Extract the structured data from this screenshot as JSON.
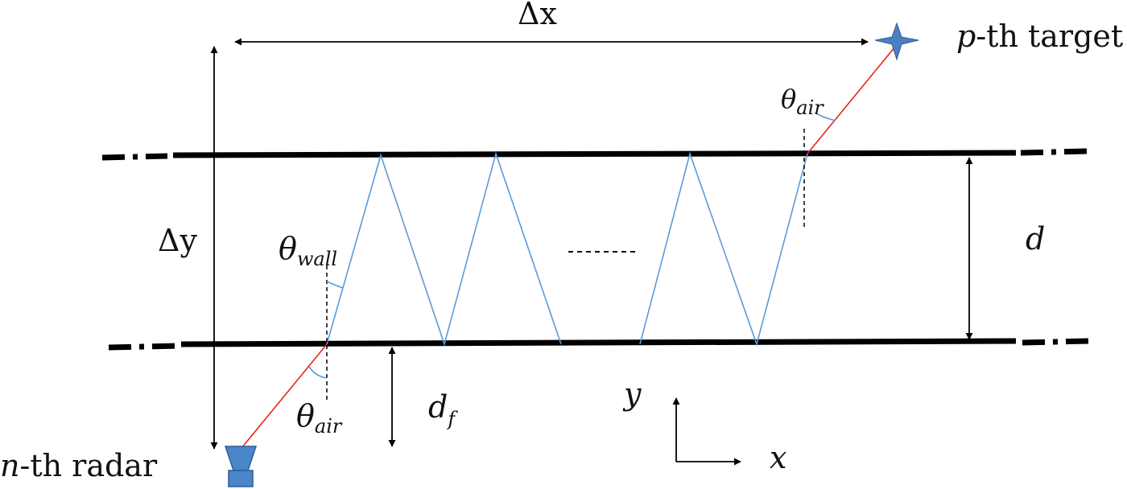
{
  "labels": {
    "delta_x": "Δx",
    "delta_y": "Δy",
    "d": "d",
    "d_f_main": "d",
    "d_f_sub": "f",
    "theta_wall_main": "θ",
    "theta_wall_sub": "wall",
    "theta_air_bottom_main": "θ",
    "theta_air_bottom_sub": "air",
    "theta_air_top_main": "θ",
    "theta_air_top_sub": "air",
    "axis_x": "x",
    "axis_y": "y",
    "radar_var": "n",
    "radar_rest": "-th radar",
    "target_var": "p",
    "target_rest": "-th target",
    "ellipsis": "-------"
  },
  "colors": {
    "wall": "#000000",
    "ray_air": "#e8231c",
    "ray_wall": "#5b9bd5",
    "radar": "#4a86c8",
    "target": "#4a7fc0"
  },
  "icons": {
    "radar": "radar-horn-icon",
    "target": "star-target-icon"
  }
}
